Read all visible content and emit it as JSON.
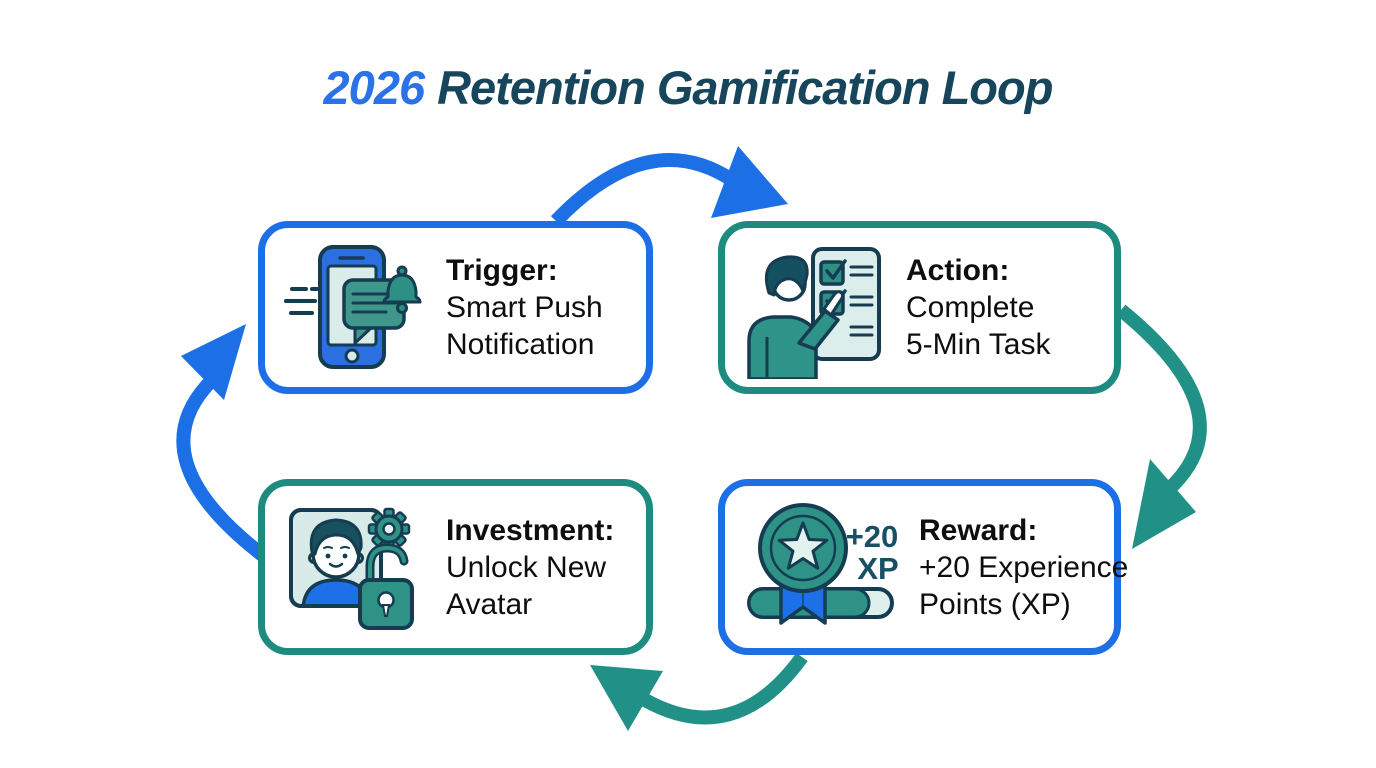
{
  "title": {
    "year": "2026",
    "text": "Retention Gamification Loop"
  },
  "colors": {
    "accent_blue": "#1C6FE4",
    "accent_teal": "#219188",
    "title_year_blue": "#2B71E8",
    "title_dark": "#16455C",
    "body_text": "#0E0E0E",
    "icon_outline": "#153C50",
    "icon_teal": "#2E9287",
    "icon_light_teal": "#DCEEEB",
    "icon_blue": "#2B6FE0",
    "xp_badge_text": "#175064"
  },
  "boxes": [
    {
      "id": "trigger",
      "heading": "Trigger:",
      "lines": [
        "Smart Push",
        "Notification"
      ],
      "border_color": "blue",
      "icon": "phone-push-notification-icon"
    },
    {
      "id": "action",
      "heading": "Action:",
      "lines": [
        "Complete",
        "5-Min Task"
      ],
      "border_color": "teal",
      "icon": "person-checklist-icon"
    },
    {
      "id": "investment",
      "heading": "Investment:",
      "lines": [
        "Unlock New",
        "Avatar"
      ],
      "border_color": "teal",
      "icon": "avatar-unlock-icon"
    },
    {
      "id": "reward",
      "heading": "Reward:",
      "lines": [
        "+20 Experience",
        "Points (XP)"
      ],
      "border_color": "blue",
      "icon": "medal-xp-icon",
      "badge": {
        "line1": "+20",
        "line2": "XP"
      }
    }
  ],
  "arrows": [
    {
      "name": "trigger-to-action",
      "color": "blue"
    },
    {
      "name": "action-to-reward",
      "color": "teal"
    },
    {
      "name": "reward-to-investment",
      "color": "teal"
    },
    {
      "name": "investment-to-trigger",
      "color": "blue"
    }
  ]
}
